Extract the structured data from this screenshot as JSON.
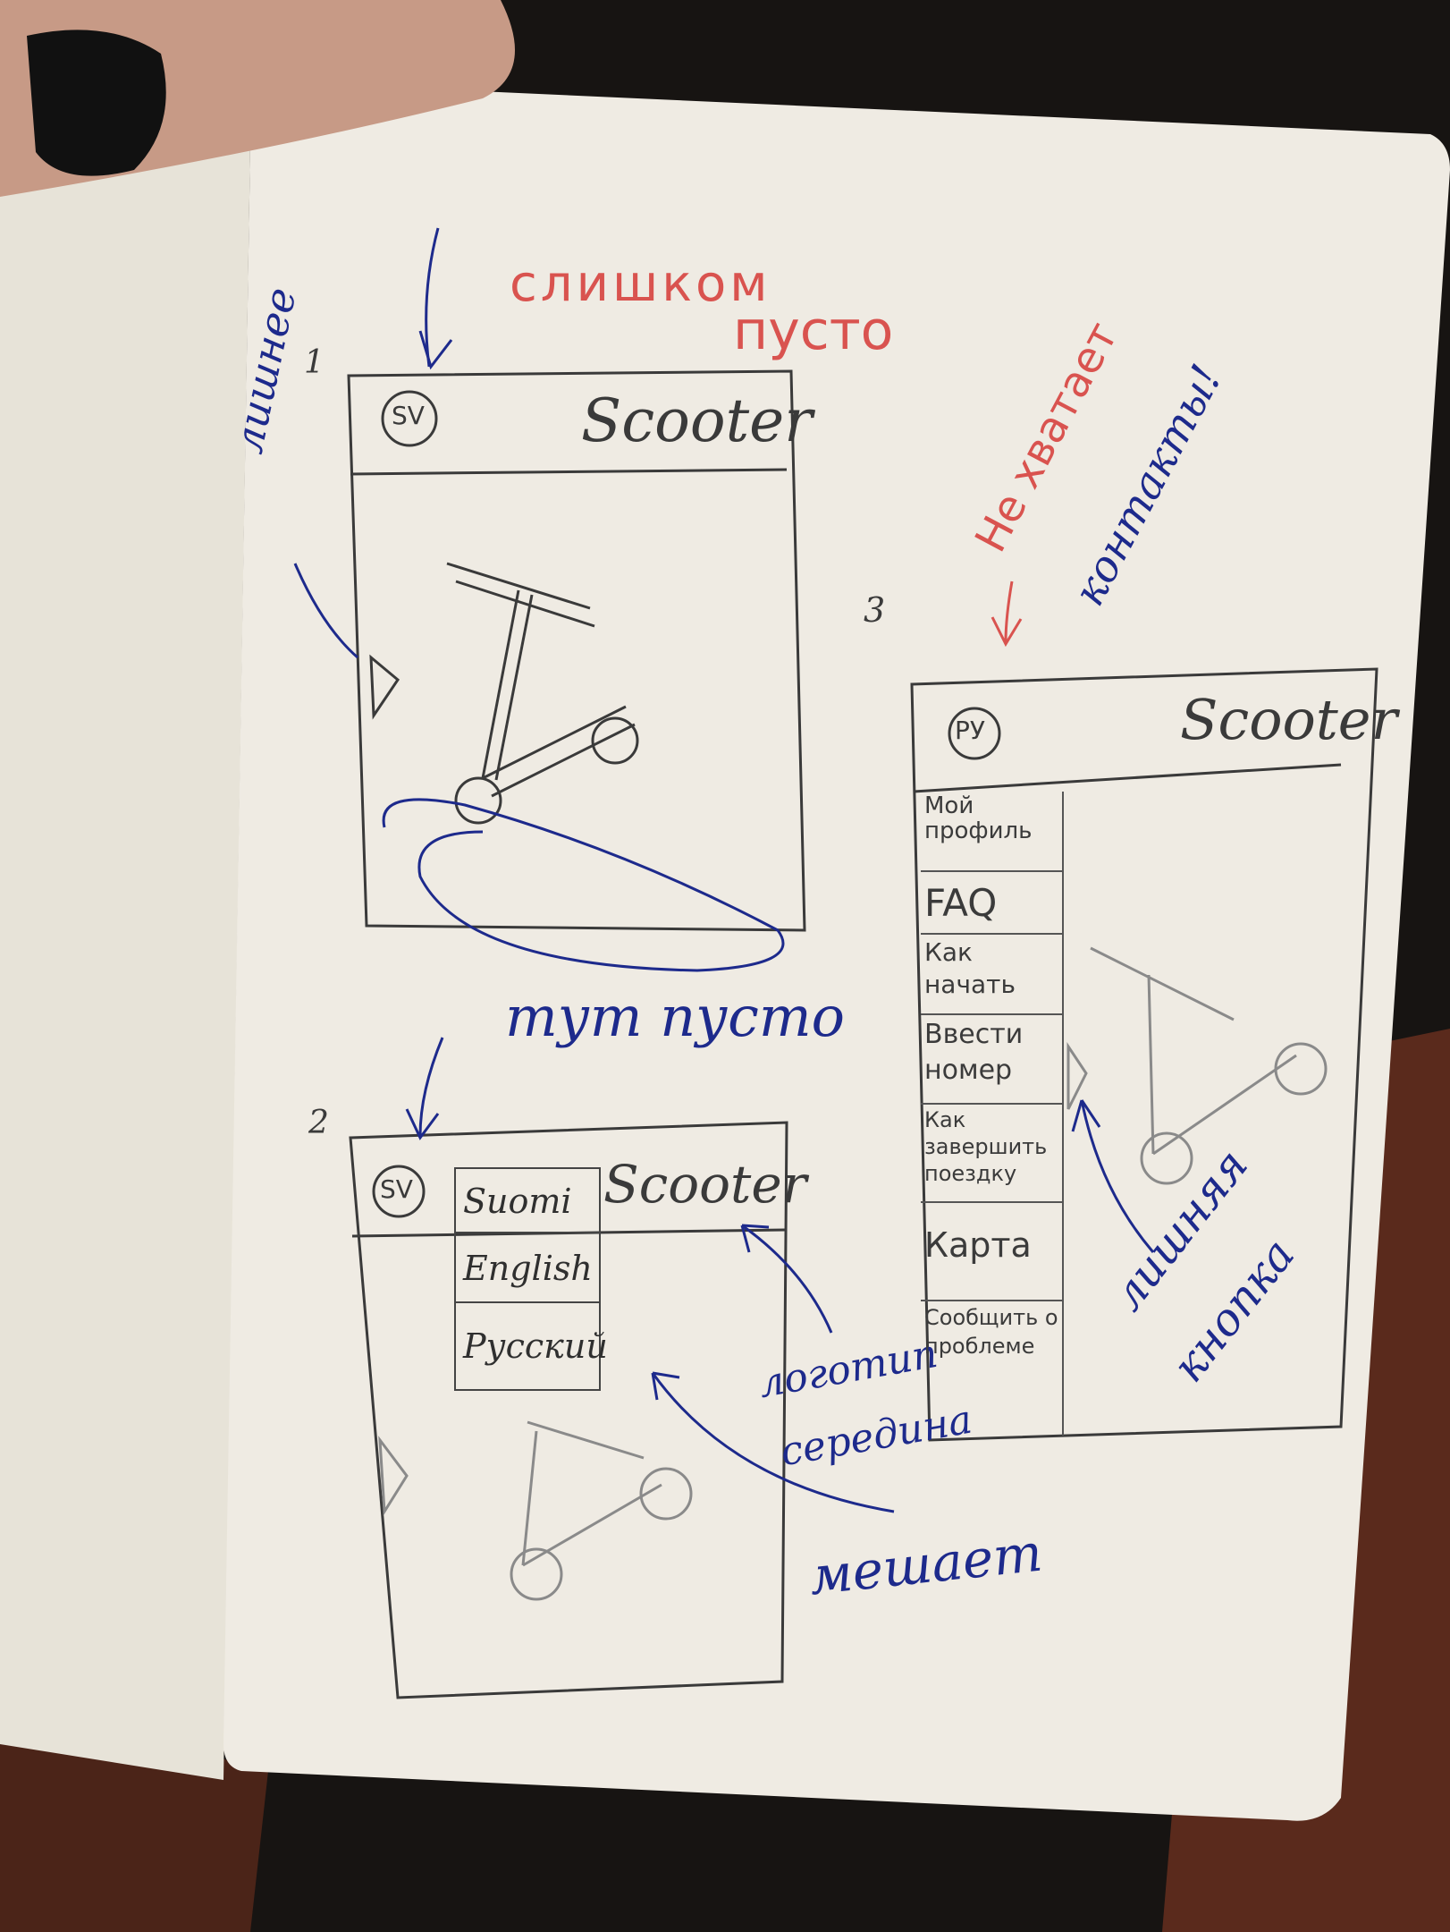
{
  "photo": {
    "colors": {
      "background": "#171412",
      "paper": "#efebe3",
      "paper_left": "#e7e3d8",
      "table": "#5a2a1c",
      "pencil": "#3a3a3a",
      "red_ink": "#d9534f",
      "blue_ink": "#1d2a8c"
    }
  },
  "sketch1": {
    "number": "1",
    "logo": "SV",
    "title": "Scooter",
    "note_red": [
      "слишком",
      "пусто"
    ],
    "note_side": "лишнее",
    "note_bottom": "тут пусто"
  },
  "sketch2": {
    "number": "2",
    "logo": "SV",
    "title": "Scooter",
    "languages": [
      "Suomi",
      "English",
      "Русский"
    ],
    "note_logo": [
      "логотип",
      "середина"
    ],
    "note_menu": "мешает"
  },
  "sketch3": {
    "number": "3",
    "logo": "РУ",
    "title": "Scooter",
    "menu": [
      "Мой профиль",
      "FAQ",
      "Как начать",
      "Ввести номер",
      "Как завершить поездку",
      "Карта",
      "Сообщить о проблеме"
    ],
    "note_red": "Не хватает",
    "note_blue": "контакты!",
    "note_button": [
      "лишняя",
      "кнопка"
    ]
  }
}
